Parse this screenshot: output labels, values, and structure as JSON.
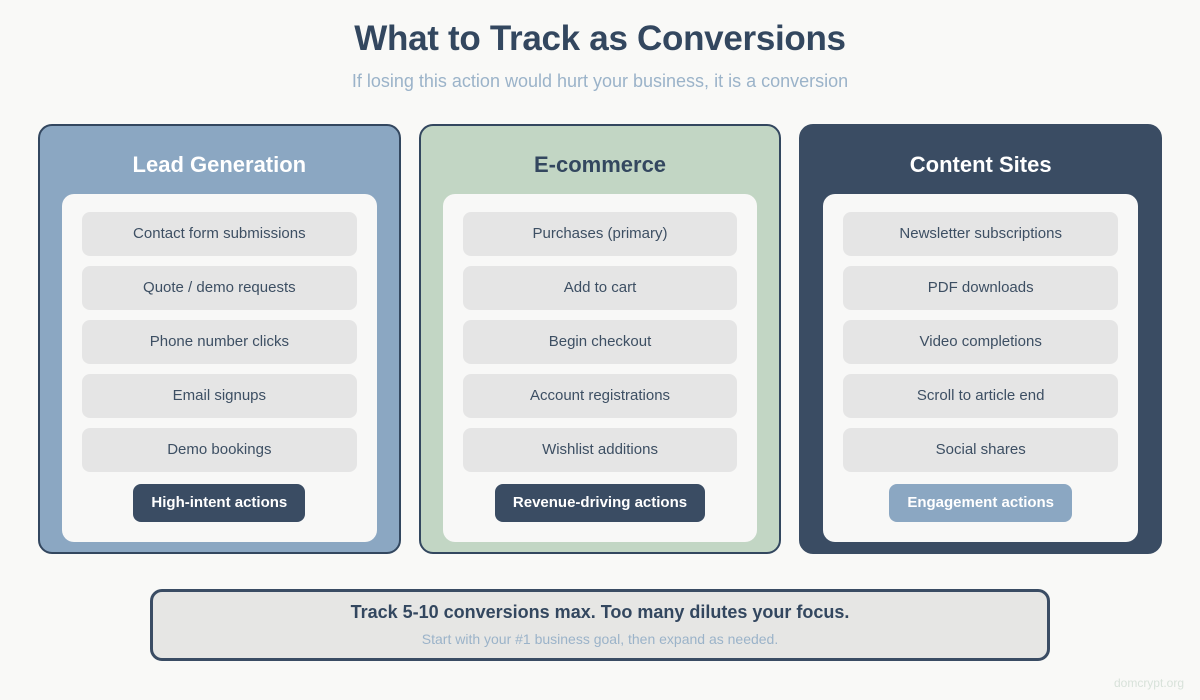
{
  "header": {
    "title": "What to Track as Conversions",
    "subtitle": "If losing this action would hurt your business, it is a conversion"
  },
  "columns": [
    {
      "title": "Lead Generation",
      "items": [
        "Contact form submissions",
        "Quote / demo requests",
        "Phone number clicks",
        "Email signups",
        "Demo bookings"
      ],
      "badge": "High-intent actions"
    },
    {
      "title": "E-commerce",
      "items": [
        "Purchases (primary)",
        "Add to cart",
        "Begin checkout",
        "Account registrations",
        "Wishlist additions"
      ],
      "badge": "Revenue-driving actions"
    },
    {
      "title": "Content Sites",
      "items": [
        "Newsletter subscriptions",
        "PDF downloads",
        "Video completions",
        "Scroll to article end",
        "Social shares"
      ],
      "badge": "Engagement actions"
    }
  ],
  "footer": {
    "main": "Track 5-10 conversions max. Too many dilutes your focus.",
    "sub": "Start with your #1 business goal, then expand as needed."
  },
  "watermark": "domcrypt.org",
  "colors": {
    "page_background": "#f9f9f7",
    "ink": "#33475f",
    "muted_blue": "#9bb3c9",
    "lead_card": "#8ba7c2",
    "ecommerce_card": "#c2d6c4",
    "content_card": "#3a4c63",
    "panel": "#f8f8f7",
    "pill": "#e5e5e5",
    "badge_dark": "#3a4c63",
    "badge_light": "#8ba7c2",
    "footer_fill": "#e6e6e4"
  }
}
